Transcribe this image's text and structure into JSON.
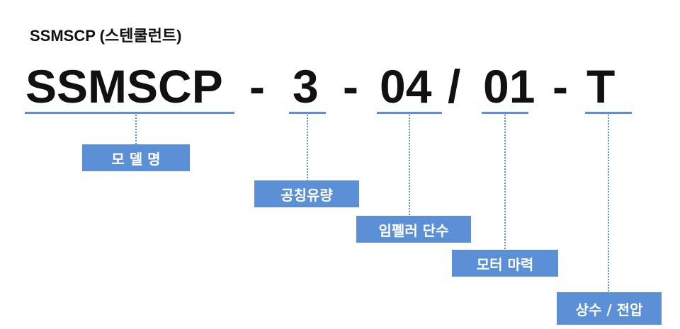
{
  "title": "SSMSCP (스텐쿨런트)",
  "code": {
    "model": "SSMSCP",
    "sep1": "-",
    "flow": "3",
    "sep2": "-",
    "stages": "04",
    "slash": "/",
    "power": "01",
    "sep3": "-",
    "phase": "T"
  },
  "labels": {
    "model": "모 델 명",
    "flow": "공칭유량",
    "stages": "임펠러 단수",
    "power": "모터 마력",
    "phase": "상수 / 전압"
  },
  "colors": {
    "accent": "#5b8fd6",
    "text": "#111111"
  }
}
